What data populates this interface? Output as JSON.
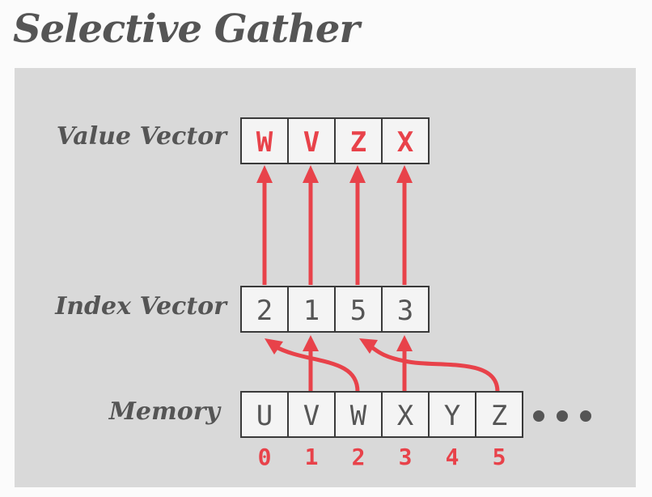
{
  "title": "Selective Gather",
  "labels": {
    "value_vector": "Value Vector",
    "index_vector": "Index Vector",
    "memory": "Memory"
  },
  "value_vector": [
    "W",
    "V",
    "Z",
    "X"
  ],
  "index_vector": [
    "2",
    "1",
    "5",
    "3"
  ],
  "memory": [
    "U",
    "V",
    "W",
    "X",
    "Y",
    "Z"
  ],
  "memory_positions": [
    "0",
    "1",
    "2",
    "3",
    "4",
    "5"
  ],
  "colors": {
    "accent": "#e8424a",
    "text": "#555555",
    "panel": "#d9d9d9"
  }
}
